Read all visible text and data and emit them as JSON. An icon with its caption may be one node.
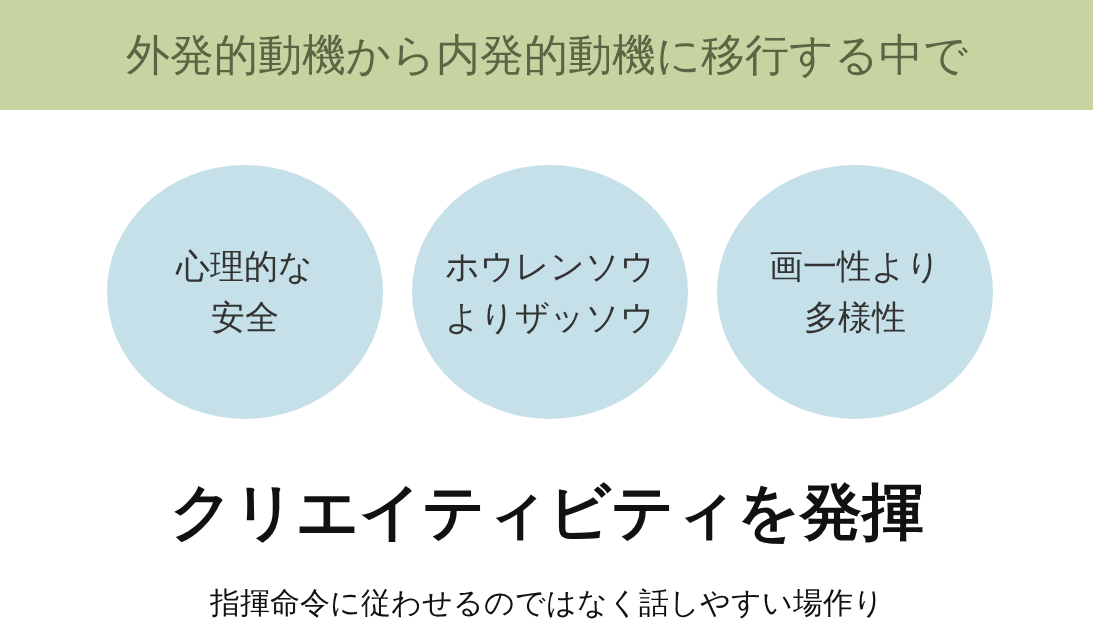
{
  "diagram": {
    "title": "外発的動機から内発的動機に移行する中で",
    "nodes": [
      {
        "text": [
          "心理的な安全"
        ]
      },
      {
        "text": [
          "ホウレンソウよりザッソウ"
        ]
      },
      {
        "text": [
          "画一性より多様性"
        ]
      }
    ],
    "labels": [
      "クリエイティビティを発揮",
      "指揮命令に従わせるのではなく話しやすい場作り"
    ]
  }
}
